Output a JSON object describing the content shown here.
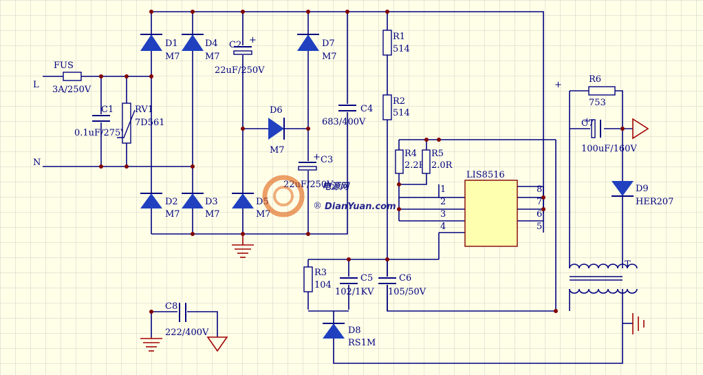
{
  "colors": {
    "background": "#ffffe8",
    "grid": "#ccccc4",
    "wire": "#000080",
    "junction": "#800000",
    "component_fill": "#2040c0",
    "ground": "#a00000",
    "watermark": "#e06010"
  },
  "labels": {
    "L": "L",
    "N": "N",
    "FUS": "FUS",
    "FUS_val": "3A/250V",
    "C1": "C1",
    "C1_val": "0.1uF/275V",
    "RV1": "RV1",
    "RV1_val": "7D561",
    "D1": "D1",
    "D1_val": "M7",
    "D2": "D2",
    "D2_val": "M7",
    "D3": "D3",
    "D3_val": "M7",
    "D4": "D4",
    "D4_val": "M7",
    "D5": "D5",
    "D5_val": "M7",
    "D6": "D6",
    "D6_val": "M7",
    "D7": "D7",
    "D7_val": "M7",
    "C2": "C2",
    "C2_val": "22uF/250V",
    "C3": "C3",
    "C3_val": "22uF/250V",
    "C4": "C4",
    "C4_val": "683/400V",
    "R1": "R1",
    "R1_val": "514",
    "R2": "R2",
    "R2_val": "514",
    "R3": "R3",
    "R3_val": "104",
    "R4": "R4",
    "R4_val": "2.2R",
    "R5": "R5",
    "R5_val": "2.0R",
    "R6": "R6",
    "R6_val": "753",
    "C5": "C5",
    "C5_val": "102/1KV",
    "C6": "C6",
    "C6_val": "105/50V",
    "C7": "C7",
    "C7_val": "100uF/160V",
    "C8": "C8",
    "C8_val": "222/400V",
    "D8": "D8",
    "D8_val": "RS1M",
    "D9": "D9",
    "D9_val": "HER207",
    "T": "T",
    "plus": "+",
    "IC": "LIS8516",
    "pin1": "1",
    "pin2": "2",
    "pin3": "3",
    "pin4": "4",
    "pin5": "5",
    "pin6": "6",
    "pin7": "7",
    "pin8": "8"
  },
  "watermark": {
    "text_cn": "电源网",
    "text_en": "DianYuan.com",
    "registered": "®"
  }
}
